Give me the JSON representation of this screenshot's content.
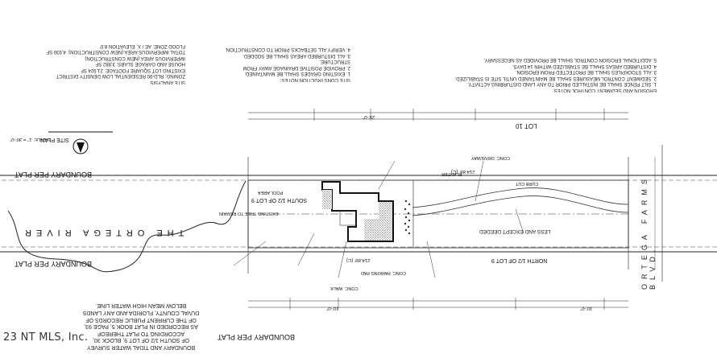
{
  "watermark": "23 NT MLS, Inc.",
  "title_block": {
    "heading": "SITE PLAN",
    "scale": "SCALE: 1\" = 30'-0\""
  },
  "street": "ORTEGA FARMS BLVD.",
  "river": "THE ORTEGA RIVER",
  "lots": {
    "lot10": "LOT 10",
    "south_half_lot9": "SOUTH 1/2 OF LOT 9",
    "north_half_lot9": "NORTH 1/2 OF LOT 9"
  },
  "lines": {
    "boundary_top": "BOUNDARY PER PLAT",
    "boundary_bottom": "BOUNDARY PER PLAT",
    "mean_high_water": "BELOW MEAN HIGH WATER LINE"
  },
  "less_except": "LESS AND EXCEPT DEEDED",
  "dims": {
    "width_top": "214.88' (C)",
    "width_bottom": "214.88' (C)",
    "front": "25'-0\"",
    "side_left": "10'-0\"",
    "side_right": "10'-0\""
  },
  "survey_caption": [
    "BOUNDARY AND TIDAL WATER SURVEY",
    "OF SOUTH 1/2 OF LOT 9, BLOCK 30,",
    "ACCORDING TO PLAT THEREOF",
    "AS RECORDED IN PLAT BOOK 5, PAGE 93,",
    "OF THE CURRENT PUBLIC RECORDS OF",
    "DUVAL COUNTY, FLORIDA AND ANY LANDS",
    "BELOW MEAN HIGH WATER LINE."
  ],
  "site_analysis": [
    "SITE ANALYSIS",
    "ZONING: RLD-90 RESIDENTIAL LOW DENSITY DISTRICT",
    "EXISTING LOT SQUARE FOOTAGE: 21,924 SF",
    "HOUSE AND GARAGE SLABS: 3,882 SF",
    "IMPERVIOUS AREA (NEW CONSTRUCTION)",
    "TOTAL IMPERVIOUS AREA (NEW CONSTRUCTION): 4,930 SF",
    "FLOOD ZONE: AE / X, ELEVATION 8.0'"
  ],
  "construction_notes": [
    "SITE CONSTRUCTION NOTES:",
    "1. EXISTING GRADES SHALL BE MAINTAINED.",
    "2. PROVIDE POSITIVE DRAINAGE AWAY FROM STRUCTURE.",
    "3. ALL DISTURBED AREAS SHALL BE SODDED.",
    "4. VERIFY ALL SETBACKS PRIOR TO CONSTRUCTION."
  ],
  "erosion_notes": [
    "EROSION AND SEDIMENT CONTROL NOTES:",
    "1. SILT FENCE SHALL BE INSTALLED PRIOR TO ANY LAND DISTURBING ACTIVITY.",
    "2. SEDIMENT CONTROL MEASURES SHALL BE MAINTAINED UNTIL SITE IS STABILIZED.",
    "3. ALL STOCKPILES SHALL BE PROTECTED FROM EROSION.",
    "4. DISTURBED AREAS SHALL BE STABILIZED WITHIN 14 DAYS.",
    "5. ADDITIONAL EROSION CONTROL SHALL BE PROVIDED AS NECESSARY."
  ],
  "callouts": {
    "planter": "PLANTER",
    "driveway": "CONC. DRIVEWAY",
    "parking": "CONC. PARKING PAD",
    "walk": "CONC. WALK",
    "pool": "POOL AREA",
    "curb_cut": "CURB CUT",
    "existing_tree": "EXISTING TREE TO REMAIN"
  }
}
